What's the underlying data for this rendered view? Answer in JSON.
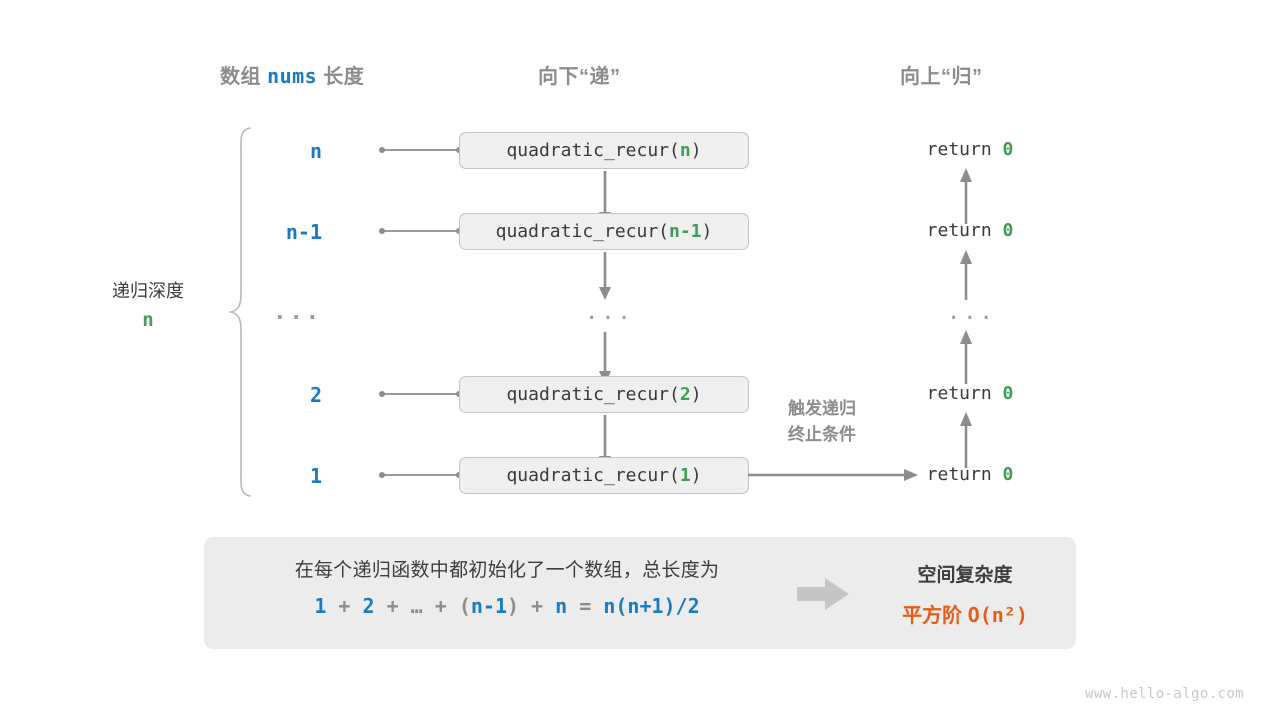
{
  "headers": {
    "left_prefix": "数组 ",
    "left_code": "nums",
    "left_suffix": " 长度",
    "middle": "向下“递”",
    "right": "向上“归”"
  },
  "depth": {
    "label": "递归深度",
    "value": "n"
  },
  "rows": [
    {
      "depth_value": "n",
      "call_prefix": "quadratic_recur(",
      "call_arg": "n",
      "call_suffix": ")",
      "return_text": "return ",
      "return_value": "0"
    },
    {
      "depth_value": "n-1",
      "call_prefix": "quadratic_recur(",
      "call_arg": "n-1",
      "call_suffix": ")",
      "return_text": "return ",
      "return_value": "0"
    },
    {
      "depth_value": "...",
      "call_prefix": "...",
      "call_arg": "",
      "call_suffix": "",
      "return_text": "...",
      "return_value": ""
    },
    {
      "depth_value": "2",
      "call_prefix": "quadratic_recur(",
      "call_arg": "2",
      "call_suffix": ")",
      "return_text": "return ",
      "return_value": "0"
    },
    {
      "depth_value": "1",
      "call_prefix": "quadratic_recur(",
      "call_arg": "1",
      "call_suffix": ")",
      "return_text": "return ",
      "return_value": "0"
    }
  ],
  "terminate_note": {
    "line1": "触发递归",
    "line2": "终止条件"
  },
  "summary": {
    "text": "在每个递归函数中都初始化了一个数组，总长度为",
    "formula_parts": [
      {
        "t": "1",
        "blue": true
      },
      {
        "t": " + ",
        "blue": false
      },
      {
        "t": "2",
        "blue": true
      },
      {
        "t": " + ",
        "blue": false
      },
      {
        "t": "…",
        "blue": false
      },
      {
        "t": " + ",
        "blue": false
      },
      {
        "t": "(",
        "blue": false
      },
      {
        "t": "n-1",
        "blue": true
      },
      {
        "t": ")",
        "blue": false
      },
      {
        "t": " + ",
        "blue": false
      },
      {
        "t": "n",
        "blue": true
      },
      {
        "t": " = ",
        "blue": false
      },
      {
        "t": "n(n+1)/2",
        "blue": true
      }
    ],
    "complexity_title": "空间复杂度",
    "complexity_prefix": "平方阶 ",
    "complexity_value": "O(n²)"
  },
  "watermark": "www.hello-algo.com",
  "colors": {
    "blue": "#1a7bc4",
    "green": "#3e9c54",
    "orange": "#ec5b16",
    "gray_text": "#8c8c8c",
    "dark_text": "#3d3d3d",
    "box_fill": "#efefef",
    "box_border": "#c4c4c4",
    "panel_fill": "#ececec",
    "line": "#8c8c8c"
  }
}
